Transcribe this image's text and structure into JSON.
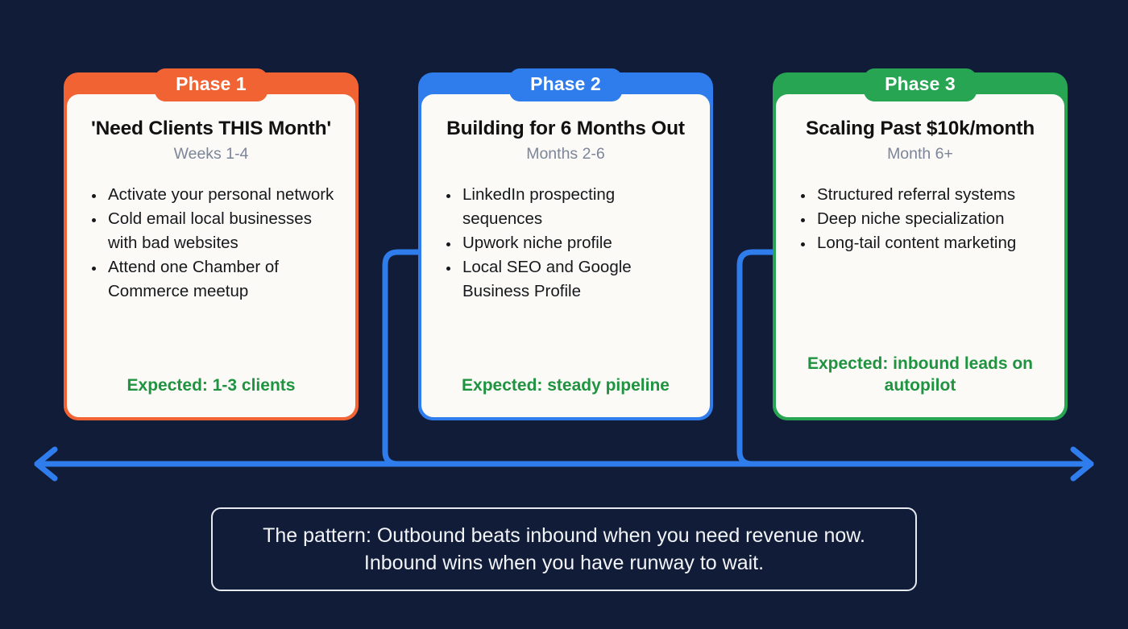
{
  "theme": {
    "background": "#101c38",
    "card_surface": "#fbfaf7",
    "accent_blue": "#2f7ded",
    "expected_green": "#1f9340",
    "subtitle_gray": "#7c8599",
    "footer_border": "#e6e9ef"
  },
  "phases": [
    {
      "tab_label": "Phase 1",
      "accent": "#f26334",
      "title": "'Need Clients THIS Month'",
      "subtitle": "Weeks 1-4",
      "bullets": [
        "Activate your personal network",
        "Cold email local businesses with bad websites",
        "Attend one Chamber of Commerce meetup"
      ],
      "expected": "Expected: 1-3 clients"
    },
    {
      "tab_label": "Phase 2",
      "accent": "#2f7ded",
      "title": "Building for 6 Months Out",
      "subtitle": "Months 2-6",
      "bullets": [
        "LinkedIn prospecting sequences",
        "Upwork niche profile",
        "Local SEO and Google Business Profile"
      ],
      "expected": "Expected: steady pipeline"
    },
    {
      "tab_label": "Phase 3",
      "accent": "#27a552",
      "title": "Scaling Past $10k/month",
      "subtitle": "Month 6+",
      "bullets": [
        "Structured referral systems",
        "Deep niche specialization",
        "Long-tail content marketing"
      ],
      "expected": "Expected: inbound leads on autopilot"
    }
  ],
  "timeline": {
    "icon": "double-headed-arrow-icon",
    "color": "#2f7ded"
  },
  "footer": {
    "line1": "The pattern: Outbound beats inbound when you need revenue now.",
    "line2": "Inbound wins when you have runway to wait."
  }
}
